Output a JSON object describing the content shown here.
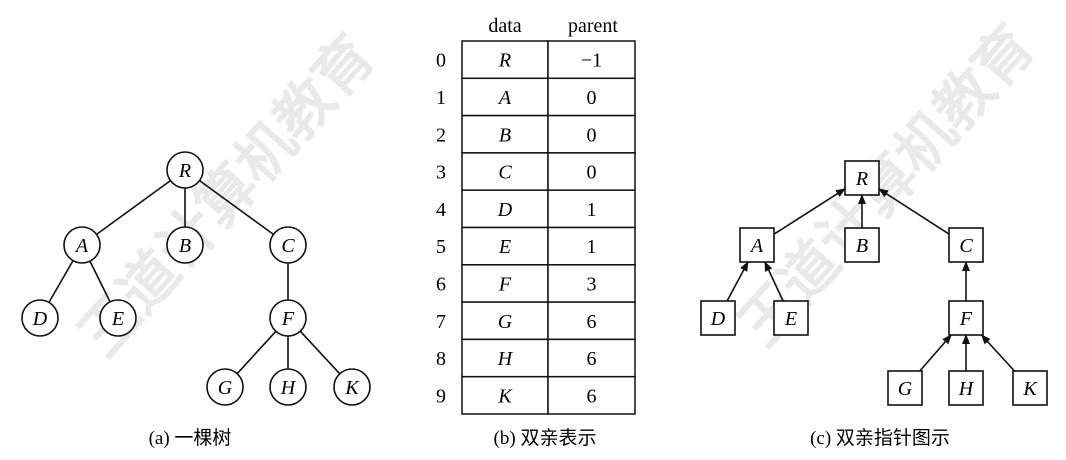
{
  "watermark": "王道计算机教育",
  "tree": {
    "nodes": [
      {
        "id": "R",
        "label": "R"
      },
      {
        "id": "A",
        "label": "A"
      },
      {
        "id": "B",
        "label": "B"
      },
      {
        "id": "C",
        "label": "C"
      },
      {
        "id": "D",
        "label": "D"
      },
      {
        "id": "E",
        "label": "E"
      },
      {
        "id": "F",
        "label": "F"
      },
      {
        "id": "G",
        "label": "G"
      },
      {
        "id": "H",
        "label": "H"
      },
      {
        "id": "K",
        "label": "K"
      }
    ],
    "edges": [
      [
        "R",
        "A"
      ],
      [
        "R",
        "B"
      ],
      [
        "R",
        "C"
      ],
      [
        "A",
        "D"
      ],
      [
        "A",
        "E"
      ],
      [
        "C",
        "F"
      ],
      [
        "F",
        "G"
      ],
      [
        "F",
        "H"
      ],
      [
        "F",
        "K"
      ]
    ],
    "caption": "(a) 一棵树"
  },
  "table": {
    "headers": {
      "data": "data",
      "parent": "parent"
    },
    "rows": [
      {
        "index": "0",
        "data": "R",
        "parent": "−1"
      },
      {
        "index": "1",
        "data": "A",
        "parent": "0"
      },
      {
        "index": "2",
        "data": "B",
        "parent": "0"
      },
      {
        "index": "3",
        "data": "C",
        "parent": "0"
      },
      {
        "index": "4",
        "data": "D",
        "parent": "1"
      },
      {
        "index": "5",
        "data": "E",
        "parent": "1"
      },
      {
        "index": "6",
        "data": "F",
        "parent": "3"
      },
      {
        "index": "7",
        "data": "G",
        "parent": "6"
      },
      {
        "index": "8",
        "data": "H",
        "parent": "6"
      },
      {
        "index": "9",
        "data": "K",
        "parent": "6"
      }
    ],
    "caption": "(b) 双亲表示"
  },
  "pointer_tree": {
    "caption": "(c) 双亲指针图示"
  }
}
